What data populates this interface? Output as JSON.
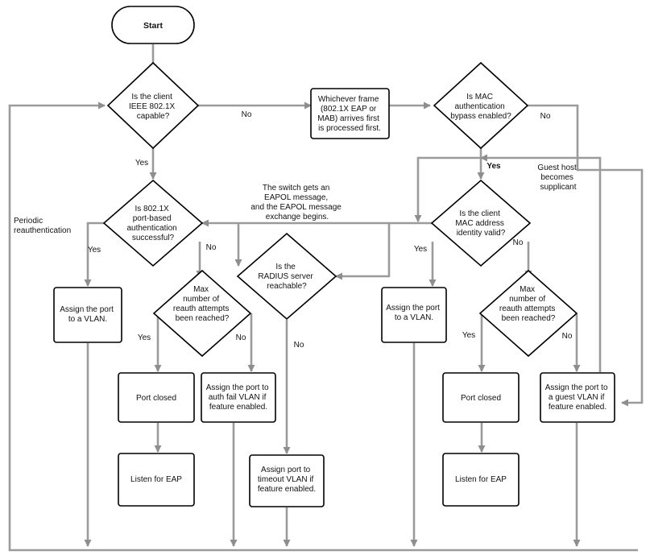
{
  "nodes": {
    "start": "Start",
    "q_8021x_capable": [
      "Is the client",
      "IEEE 802.1X",
      "capable?"
    ],
    "whichever_frame": [
      "Whichever frame",
      "(802.1X EAP or",
      "MAB) arrives first",
      "is processed first."
    ],
    "q_mab_enabled": [
      "Is MAC",
      "authentication",
      "bypass enabled?"
    ],
    "q_portbased_success": [
      "Is 802.1X",
      "port-based",
      "authentication",
      "successful?"
    ],
    "q_mac_valid": [
      "Is the client",
      "MAC address",
      "identity valid?"
    ],
    "q_radius_reachable": [
      "Is the",
      "RADIUS server",
      "reachable?"
    ],
    "q_max_reauth_left": [
      "Max",
      "number of",
      "reauth attempts",
      "been reached?"
    ],
    "q_max_reauth_right": [
      "Max",
      "number of",
      "reauth attempts",
      "been reached?"
    ],
    "assign_vlan_left": [
      "Assign the port",
      "to a VLAN."
    ],
    "assign_vlan_right": [
      "Assign the port",
      "to a VLAN."
    ],
    "port_closed_left": "Port closed",
    "port_closed_right": "Port closed",
    "listen_eap_left": "Listen for EAP",
    "listen_eap_right": "Listen for EAP",
    "auth_fail_vlan": [
      "Assign the port to",
      "auth fail VLAN if",
      "feature enabled."
    ],
    "timeout_vlan": [
      "Assign port to",
      "timeout VLAN if",
      "feature enabled."
    ],
    "guest_vlan": [
      "Assign the port to",
      "a guest VLAN if",
      "feature enabled."
    ]
  },
  "labels": {
    "no_capable": "No",
    "yes_capable": "Yes",
    "no_mab": "No",
    "yes_mab": "Yes",
    "eapol_note": [
      "The switch gets an",
      "EAPOL message,",
      "and the EAPOL message",
      "exchange begins."
    ],
    "guest_supplicant": [
      "Guest host",
      "becomes",
      "supplicant"
    ],
    "periodic_reauth": [
      "Periodic",
      "reauthentication"
    ],
    "yes_portbased": "Yes",
    "no_portbased": "No",
    "yes_mac_valid": "Yes",
    "no_mac_valid": "No",
    "no_radius": "No",
    "yes_reauth_left": "Yes",
    "no_reauth_left": "No",
    "yes_reauth_right": "Yes",
    "no_reauth_right": "No"
  },
  "colors": {
    "connector": "#9b9b9b",
    "node_stroke": "#000000",
    "node_fill": "#ffffff"
  }
}
